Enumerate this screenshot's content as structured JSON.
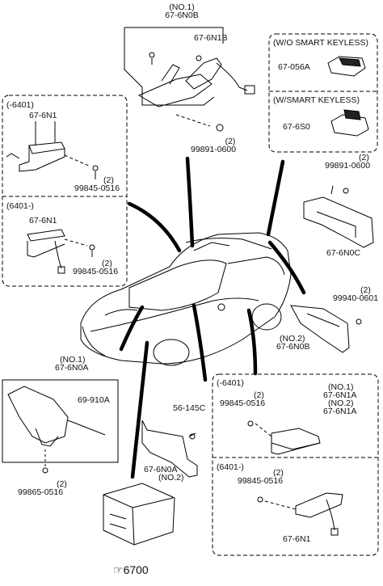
{
  "top_center": {
    "qual": "(NO.1)",
    "part": "67-6N0B",
    "part2": "67-6N1B",
    "bolt": "99891-0600",
    "bolt_qty": "(2)"
  },
  "right_top": {
    "box1_title": "(W/O SMART KEYLESS)",
    "box1_part": "67-056A",
    "box2_title": "(W/SMART KEYLESS)",
    "box2_part": "67-6S0"
  },
  "left_top": {
    "box1_title": "(-6401)",
    "box1_part": "67-6N1",
    "box1_bolt": "99845-0516",
    "box1_qty": "(2)",
    "box2_title": "(6401-)",
    "box2_part": "67-6N1",
    "box2_bolt": "99845-0516",
    "box2_qty": "(2)"
  },
  "right_mid": {
    "bolt": "99891-0600",
    "bolt_qty": "(2)",
    "part": "67-6N0C",
    "bolt2": "99940-0601",
    "bolt2_qty": "(2)",
    "qual2": "(NO.2)",
    "part2": "67-6N0B"
  },
  "left_bottom": {
    "qual": "(NO.1)",
    "part": "67-6N0A",
    "part2": "69-910A",
    "bolt": "99865-0516",
    "bolt_qty": "(2)"
  },
  "center_bottom": {
    "clip": "56-145C",
    "part": "67-6N0A",
    "qual": "(NO.2)",
    "ref": "6700"
  },
  "right_bottom": {
    "box1_title": "(-6401)",
    "bolt": "99845-0516",
    "bolt_qty": "(2)",
    "q1": "(NO.1)",
    "p1": "67-6N1A",
    "q2": "(NO.2)",
    "p2": "67-6N1A",
    "box2_title": "(6401-)",
    "bolt2": "99845-0516",
    "bolt2_qty": "(2)",
    "p3": "67-6N1"
  }
}
